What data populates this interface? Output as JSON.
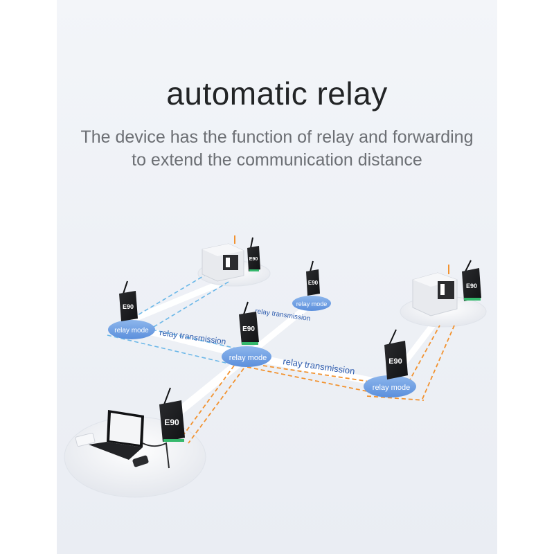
{
  "header": {
    "title": "automatic relay",
    "subtitle_line1": "The device has the function of relay and forwarding",
    "subtitle_line2": "to extend the communication distance"
  },
  "labels": {
    "relay_mode": "relay mode",
    "relay_transmission": "relay transmission",
    "device_model": "E90"
  },
  "colors": {
    "relay_link": "#6ab7e8",
    "host_link": "#f2922f",
    "relay_node": "#6d9fe2",
    "device_body": "#1d1e20",
    "device_led": "#35b86c",
    "label_text": "#2e5cae"
  }
}
